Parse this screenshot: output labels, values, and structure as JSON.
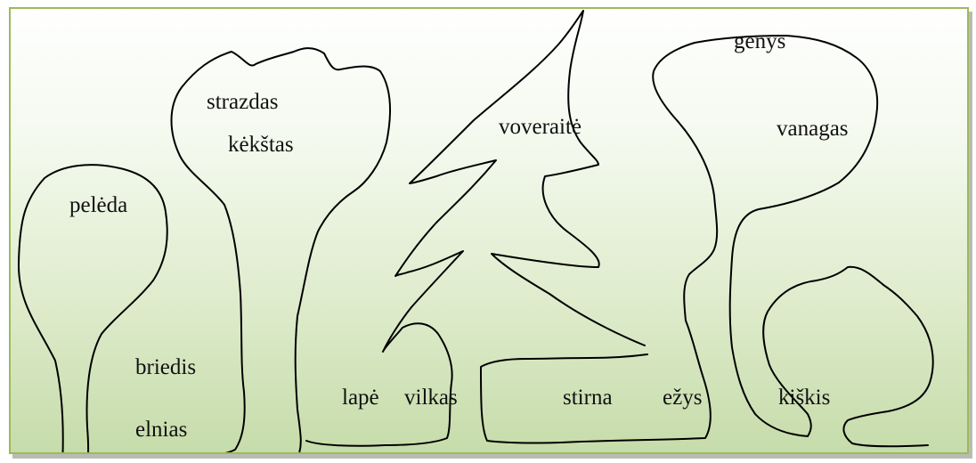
{
  "labels": {
    "genys": "genys",
    "strazdas": "strazdas",
    "voveraite": "voveraitė",
    "vanagas": "vanagas",
    "kekstas": "kėkštas",
    "peleda": "pelėda",
    "briedis": "briedis",
    "elnias": "elnias",
    "lape": "lapė",
    "vilkas": "vilkas",
    "stirna": "stirna",
    "ezys": "ežys",
    "kiskis": "kiškis"
  },
  "colors": {
    "border": "#9bbb59",
    "gradient_bottom": "#c6dcaa",
    "outline": "#000000"
  }
}
